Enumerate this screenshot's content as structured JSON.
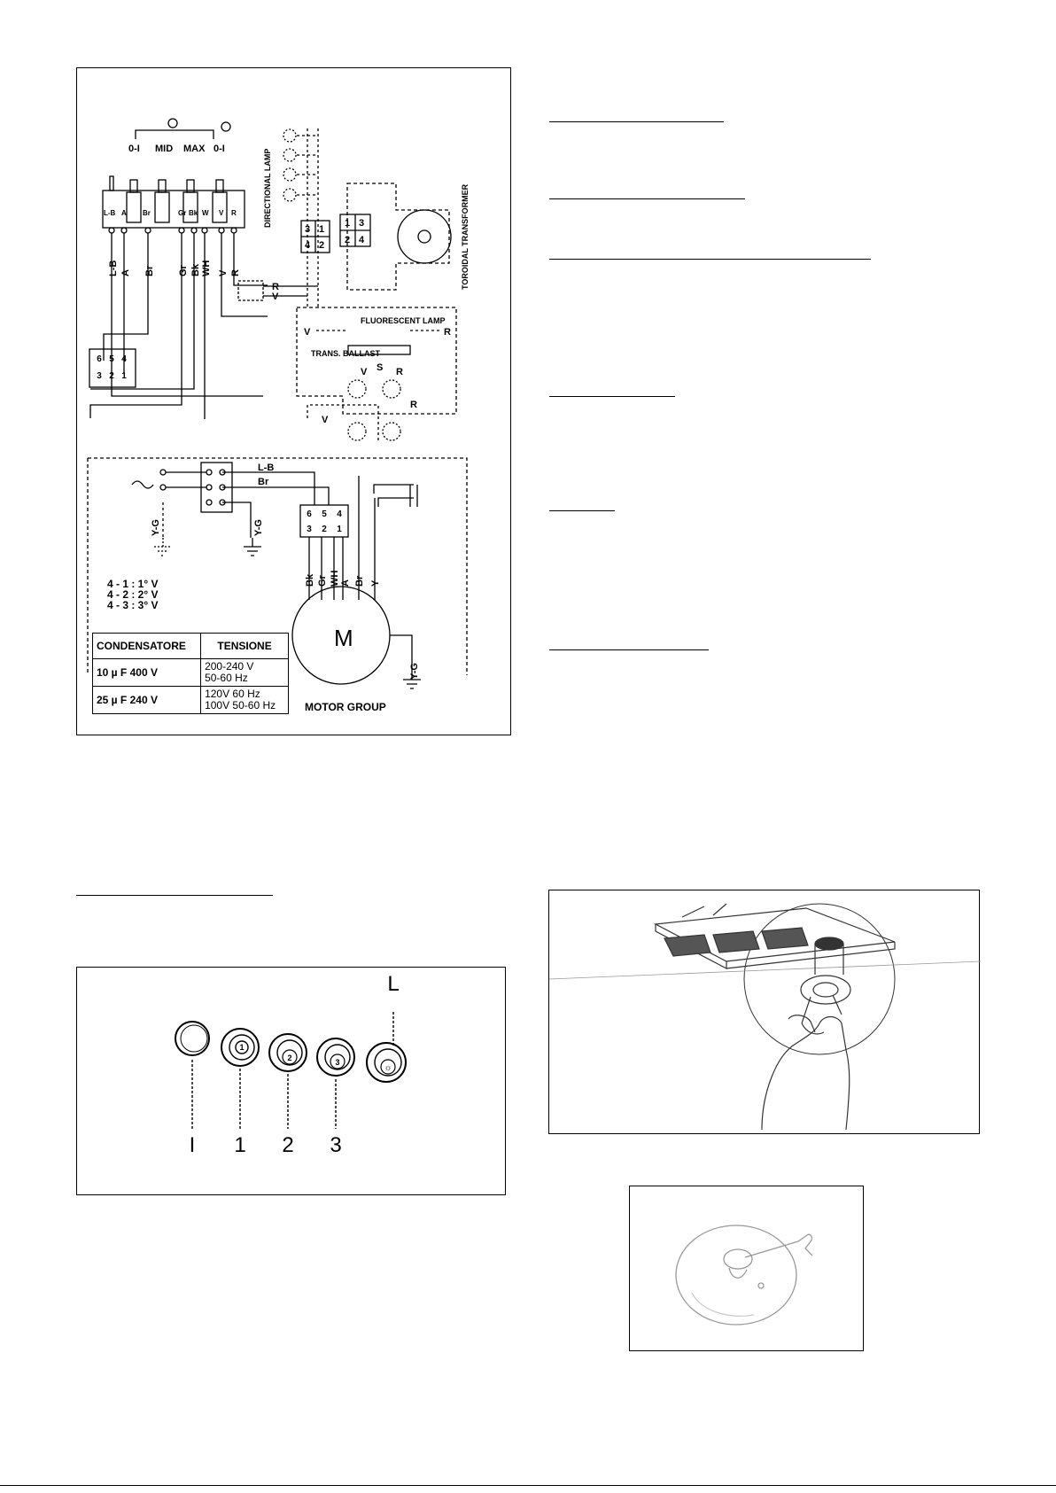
{
  "wiring": {
    "speed_labels": [
      "0-I",
      "MID",
      "MAX",
      "0-I"
    ],
    "switch_terminals": [
      "L-B",
      "A",
      "Br",
      "Gr",
      "Bk",
      "W",
      "V",
      "R"
    ],
    "wire_labels_left": [
      "L-B",
      "A",
      "Br",
      "Gr",
      "Bk",
      "WH",
      "V",
      "R"
    ],
    "directional_lamp": "DIRECTIONAL LAMP",
    "toroidal_transformer": "TOROIDAL TRANSFORMER",
    "connector_left": [
      "3",
      "1",
      "4",
      "2"
    ],
    "connector_right": [
      "1",
      "3",
      "2",
      "4"
    ],
    "fluorescent_lamp": "FLUORESCENT LAMP",
    "trans_ballast": "TRANS. BALLAST",
    "letter_R": "R",
    "letter_V": "V",
    "letter_S": "S",
    "plug_top": [
      "6",
      "5",
      "4"
    ],
    "plug_bottom": [
      "3",
      "2",
      "1"
    ],
    "main_wires": [
      "L-B",
      "Br"
    ],
    "yg": "Y-G",
    "motor_wire_labels": [
      "Bk",
      "Gr",
      "WH",
      "A",
      "Br",
      "Y"
    ],
    "voltage_lines": [
      "4 - 1 : 1° V",
      "4 - 2 : 2° V",
      "4 - 3 : 3° V"
    ],
    "table": {
      "headers": [
        "CONDENSATORE",
        "TENSIONE"
      ],
      "rows": [
        [
          "10 µ F 400 V",
          "200-240 V",
          "50-60 Hz"
        ],
        [
          "25 µ F 240 V",
          "120V 60 Hz",
          "100V 50-60 Hz"
        ]
      ]
    },
    "motor_letter": "M",
    "motor_group": "MOTOR GROUP"
  },
  "controls": {
    "top_label": "L",
    "bottom_labels": [
      "I",
      "1",
      "2",
      "3"
    ],
    "knob_numbers": [
      "1",
      "2",
      "3"
    ]
  }
}
